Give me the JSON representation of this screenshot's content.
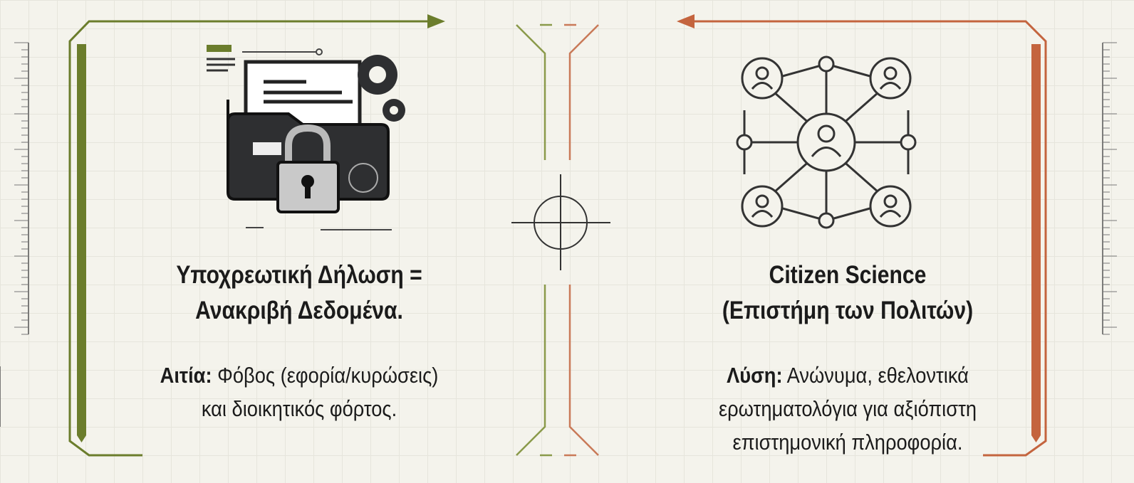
{
  "left_panel": {
    "icon": "locked-folder-document-icon",
    "title_line1": "Υποχρεωτική Δήλωση =",
    "title_line2": "Ανακριβή Δεδομένα.",
    "body_label": "Αιτία:",
    "body_line1": " Φόβος (εφορία/κυρώσεις)",
    "body_line2": "και διοικητικός φόρτος.",
    "accent": "#6b7d2c"
  },
  "right_panel": {
    "icon": "citizen-network-icon",
    "title_line1": "Citizen Science",
    "title_line2": "(Επιστήμη των Πολιτών)",
    "body_label": "Λύση:",
    "body_line1": " Ανώνυμα, εθελοντικά",
    "body_line2": "ερωτηματολόγια για αξιόπιστη",
    "body_line3": "επιστημονική πληροφορία.",
    "accent": "#c4643e"
  },
  "center": {
    "icon": "crosshair-icon"
  }
}
